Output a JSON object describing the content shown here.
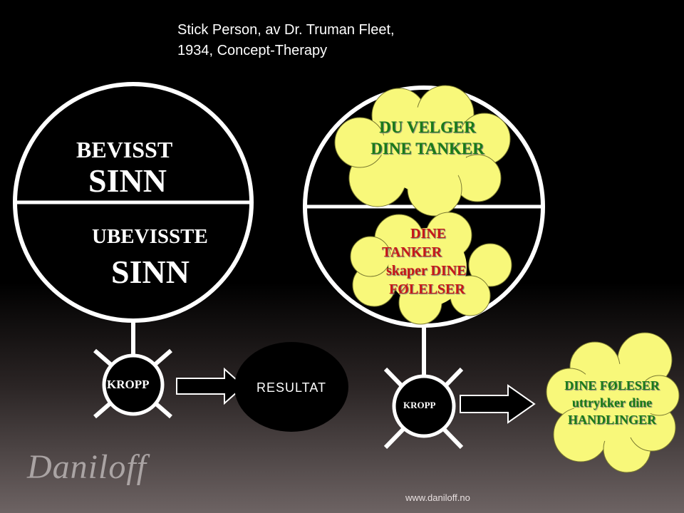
{
  "title": {
    "line1": "Stick Person, av Dr. Truman Fleet,",
    "line2": "1934, Concept-Therapy"
  },
  "left_figure": {
    "upper_line1": "BEVISST",
    "upper_line2": "SINN",
    "lower_line1": "UBEVISSTE",
    "lower_line2": "SINN",
    "body_label": "KROPP",
    "result_label": "RESULTAT"
  },
  "right_figure": {
    "cloud_top_line1": "DU VELGER",
    "cloud_top_line2": "DINE TANKER",
    "cloud_mid_line1": "DINE",
    "cloud_mid_line2": "TANKER",
    "cloud_mid_line3": "skaper DINE",
    "cloud_mid_line4": "FØLELSER",
    "body_label": "KROPP",
    "cloud_right_line1": "DINE FØLESER",
    "cloud_right_line2": "uttrykker dine",
    "cloud_right_line3": "HANDLINGER"
  },
  "colors": {
    "cloud_fill": "#f8f87a",
    "green_text": "#1a7a1a",
    "red_text": "#c81818"
  },
  "logo": "Daniloff",
  "footer_url": "www.daniloff.no"
}
